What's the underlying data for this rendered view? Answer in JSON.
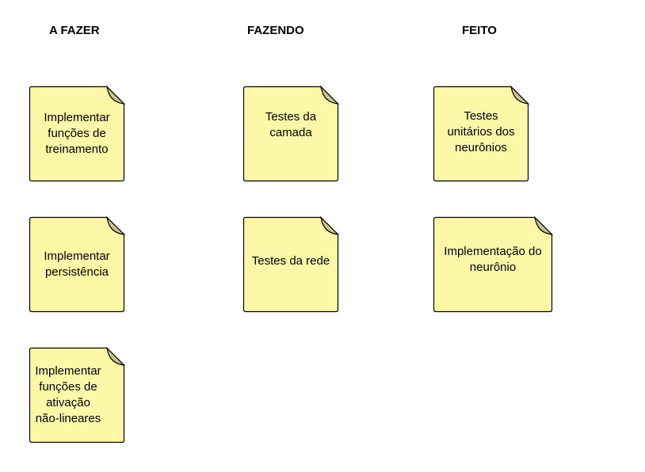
{
  "colors": {
    "note_fill": "#fdf7a8",
    "note_fold": "#c8c392",
    "note_stroke": "#000000"
  },
  "columns": [
    {
      "title": "A FAZER",
      "notes": [
        {
          "text": "Implementar\nfunções de\ntreinamento"
        },
        {
          "text": "Implementar\npersistência"
        },
        {
          "text": "Implementar\nfunções de\nativação\nnão-lineares"
        }
      ]
    },
    {
      "title": "FAZENDO",
      "notes": [
        {
          "text": "Testes da\ncamada"
        },
        {
          "text": "Testes da rede"
        }
      ]
    },
    {
      "title": "FEITO",
      "notes": [
        {
          "text": "Testes\nunitários dos\nneurônios"
        },
        {
          "text": "Implementação do\nneurônio"
        }
      ]
    }
  ]
}
